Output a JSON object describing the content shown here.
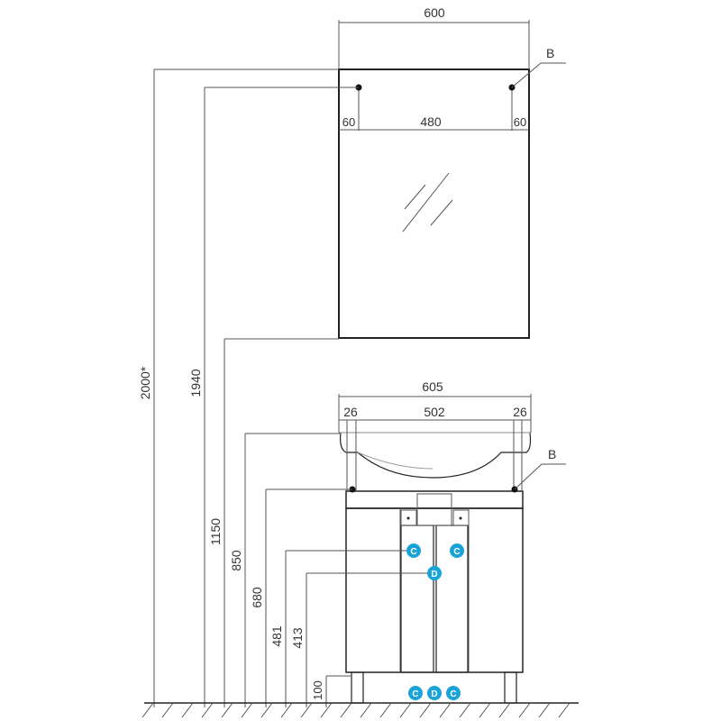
{
  "mirror": {
    "width": "600",
    "left_offset": "60",
    "center_span": "480",
    "right_offset": "60",
    "mount_label": "B"
  },
  "vanity": {
    "width": "605",
    "left_offset": "26",
    "center_span": "502",
    "right_offset": "26",
    "mount_label": "B"
  },
  "heights": {
    "total": "2000*",
    "mirror_mount": "1940",
    "mirror_bottom": "1150",
    "vanity_mount": "850",
    "basin_underside": "680",
    "cold_water": "481",
    "drain": "413",
    "leg": "100"
  },
  "connections": {
    "cold": "C",
    "drain": "D"
  },
  "colors": {
    "line": "#555555",
    "outline": "#222222",
    "connection": "#1aa3d9"
  }
}
